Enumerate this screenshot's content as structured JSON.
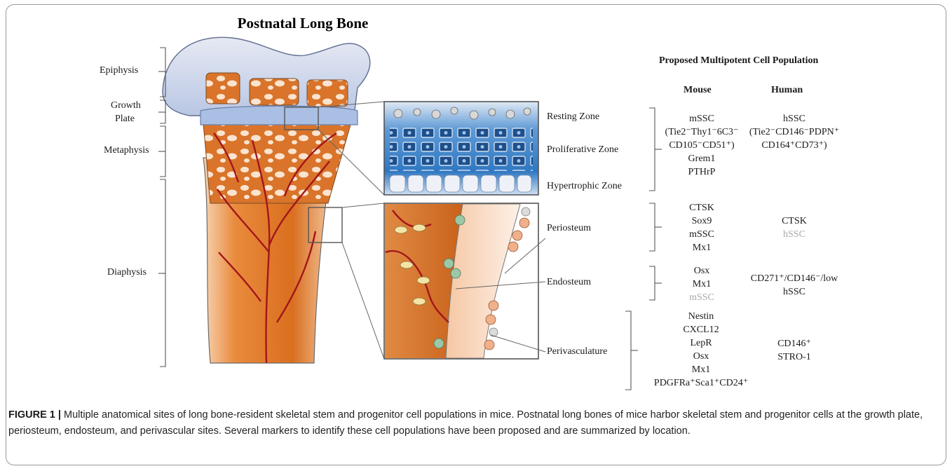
{
  "figure": {
    "title": "Postnatal Long Bone",
    "bone_regions": {
      "epiphysis": "Epiphysis",
      "growth_plate_line1": "Growth",
      "growth_plate_line2": "Plate",
      "metaphysis": "Metaphysis",
      "diaphysis": "Diaphysis"
    },
    "zones": {
      "resting": "Resting Zone",
      "proliferative": "Proliferative Zone",
      "hypertrophic": "Hypertrophic Zone",
      "periosteum": "Periosteum",
      "endosteum": "Endosteum",
      "perivasculature": "Perivasculature"
    },
    "table": {
      "header": "Proposed Multipotent Cell Population",
      "mouse_header": "Mouse",
      "human_header": "Human"
    },
    "markers": {
      "growth_plate_mouse": [
        "mSSC",
        "(Tie2⁻Thy1⁻6C3⁻",
        "CD105⁻CD51⁺)",
        "Grem1",
        "PTHrP"
      ],
      "growth_plate_human": [
        "hSSC",
        "(Tie2⁻CD146⁻PDPN⁺",
        "CD164⁺CD73⁺)"
      ],
      "periosteum_mouse": [
        "CTSK",
        "Sox9",
        "mSSC",
        "Mx1"
      ],
      "periosteum_human": [
        "CTSK",
        "hSSC"
      ],
      "endosteum_mouse": [
        "Osx",
        "Mx1",
        "mSSC"
      ],
      "endosteum_human": [
        "CD271⁺/CD146⁻/low",
        "hSSC"
      ],
      "perivasculature_mouse": [
        "Nestin",
        "CXCL12",
        "LepR",
        "Osx",
        "Mx1",
        "PDGFRa⁺Sca1⁺CD24⁺"
      ],
      "perivasculature_human": [
        "CD146⁺",
        "STRO-1"
      ]
    }
  },
  "caption": {
    "label": "FIGURE 1 |",
    "text": "Multiple anatomical sites of long bone-resident skeletal stem and progenitor cell populations in mice. Postnatal long bones of mice harbor skeletal stem and progenitor cells at the growth plate, periosteum, endosteum, and perivascular sites. Several markers to identify these cell populations have been proposed and are summarized by location."
  },
  "colors": {
    "bone_orange": "#e07b2e",
    "cartilage_blue": "#9eb6dd",
    "vessel_red": "#a3151a",
    "proliferative_blue": "#3b82c9",
    "gray_text": "#a9a9a9"
  }
}
